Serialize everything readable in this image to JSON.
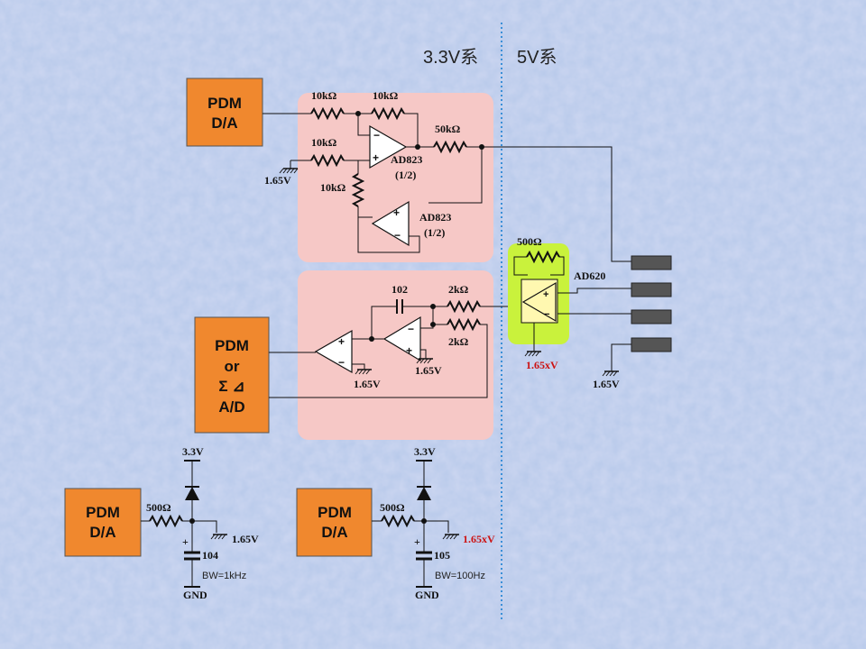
{
  "headers": {
    "left": "3.3V系",
    "right": "5V系"
  },
  "blocks": {
    "pdm_da_top": [
      "PDM",
      "D/A"
    ],
    "pdm_ad": [
      "PDM",
      "or",
      "Σ ⊿",
      "A/D"
    ],
    "pdm_da_bl": [
      "PDM",
      "D/A"
    ],
    "pdm_da_bm": [
      "PDM",
      "D/A"
    ]
  },
  "labels": {
    "r1": "10kΩ",
    "r2": "10kΩ",
    "r3": "10kΩ",
    "r4": "10kΩ",
    "r50k": "50kΩ",
    "ad823a": "AD823",
    "ad823a_sub": "(1/2)",
    "ad823b": "AD823",
    "ad823b_sub": "(1/2)",
    "gnd_top": "1.65V",
    "c102": "102",
    "r2k_a": "2kΩ",
    "r2k_b": "2kΩ",
    "gnd_mid1": "1.65V",
    "gnd_mid2": "1.65V",
    "r500_amp": "500Ω",
    "ad620": "AD620",
    "gnd_ad620": "1.65xV",
    "gnd_conn": "1.65V",
    "bl_vcc": "3.3V",
    "bl_r": "500Ω",
    "bl_plus": "+",
    "bl_out": "1.65V",
    "bl_c": "104",
    "bl_gnd": "GND",
    "bl_bw": "BW=1kHz",
    "bm_vcc": "3.3V",
    "bm_r": "500Ω",
    "bm_plus": "+",
    "bm_out": "1.65xV",
    "bm_c": "105",
    "bm_gnd": "GND",
    "bm_bw": "BW=100Hz"
  },
  "colors": {
    "background": "#b7c9ea",
    "block_fill": "#f0882e",
    "region_fill": "#f6c8c6",
    "ad620_highlight": "#c9f23c",
    "ad620_body": "#fff8b0",
    "divider": "#3a8fd8",
    "red_label": "#cc1111"
  }
}
